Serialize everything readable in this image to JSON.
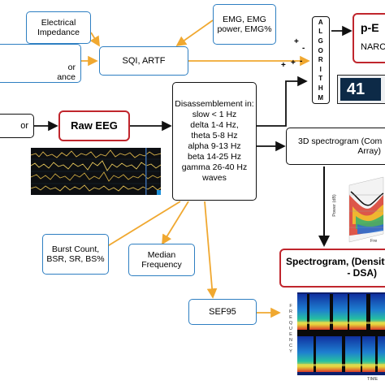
{
  "boxes": {
    "electrical_impedance": "Electrical Impedance",
    "emg": "EMG, EMG power, EMG%",
    "sensor_partial_top": "or",
    "sensor_partial_bottom": "ance",
    "sqi": "SQI, ARTF",
    "electrode_partial": "or",
    "raw_eeg": "Raw EEG",
    "disassembly_lines": [
      "Disassemblement in:",
      "slow < 1 Hz",
      "delta 1-4 Hz,",
      "theta 5-8 Hz",
      "alpha 9-13 Hz",
      "beta 14-25 Hz",
      "gamma 26-40 Hz",
      "waves"
    ],
    "spectrogram_3d_top": "3D spectrogram (Com",
    "spectrogram_3d_bottom": "Array)",
    "p_index": "p-E",
    "narco": "NARC",
    "burst_count": "Burst Count, BSR, SR, BS%",
    "median_frequency": "Median Frequency",
    "sef95": "SEF95",
    "spectrogram_top": "Spectrogram, (Density",
    "spectrogram_bottom": "- DSA)"
  },
  "algorithm": {
    "letters": [
      "A",
      "L",
      "G",
      "O",
      "R",
      "I",
      "T",
      "H",
      "M"
    ],
    "plus_signs": [
      "+",
      "+",
      "+"
    ],
    "minus_signs": [
      "-",
      "-"
    ]
  },
  "monitor": {
    "value": "41"
  },
  "plot3d": {
    "ylabel": "Power (dB)",
    "xlabel": "Fre"
  },
  "dsa": {
    "ylabel_letters": [
      "F",
      "R",
      "E",
      "Q",
      "U",
      "E",
      "N",
      "C",
      "Y"
    ],
    "xlabel": "TIME"
  },
  "colors": {
    "blue": "#2e7fc2",
    "orange": "#f0a830",
    "red": "#c0262d",
    "black": "#111111"
  }
}
